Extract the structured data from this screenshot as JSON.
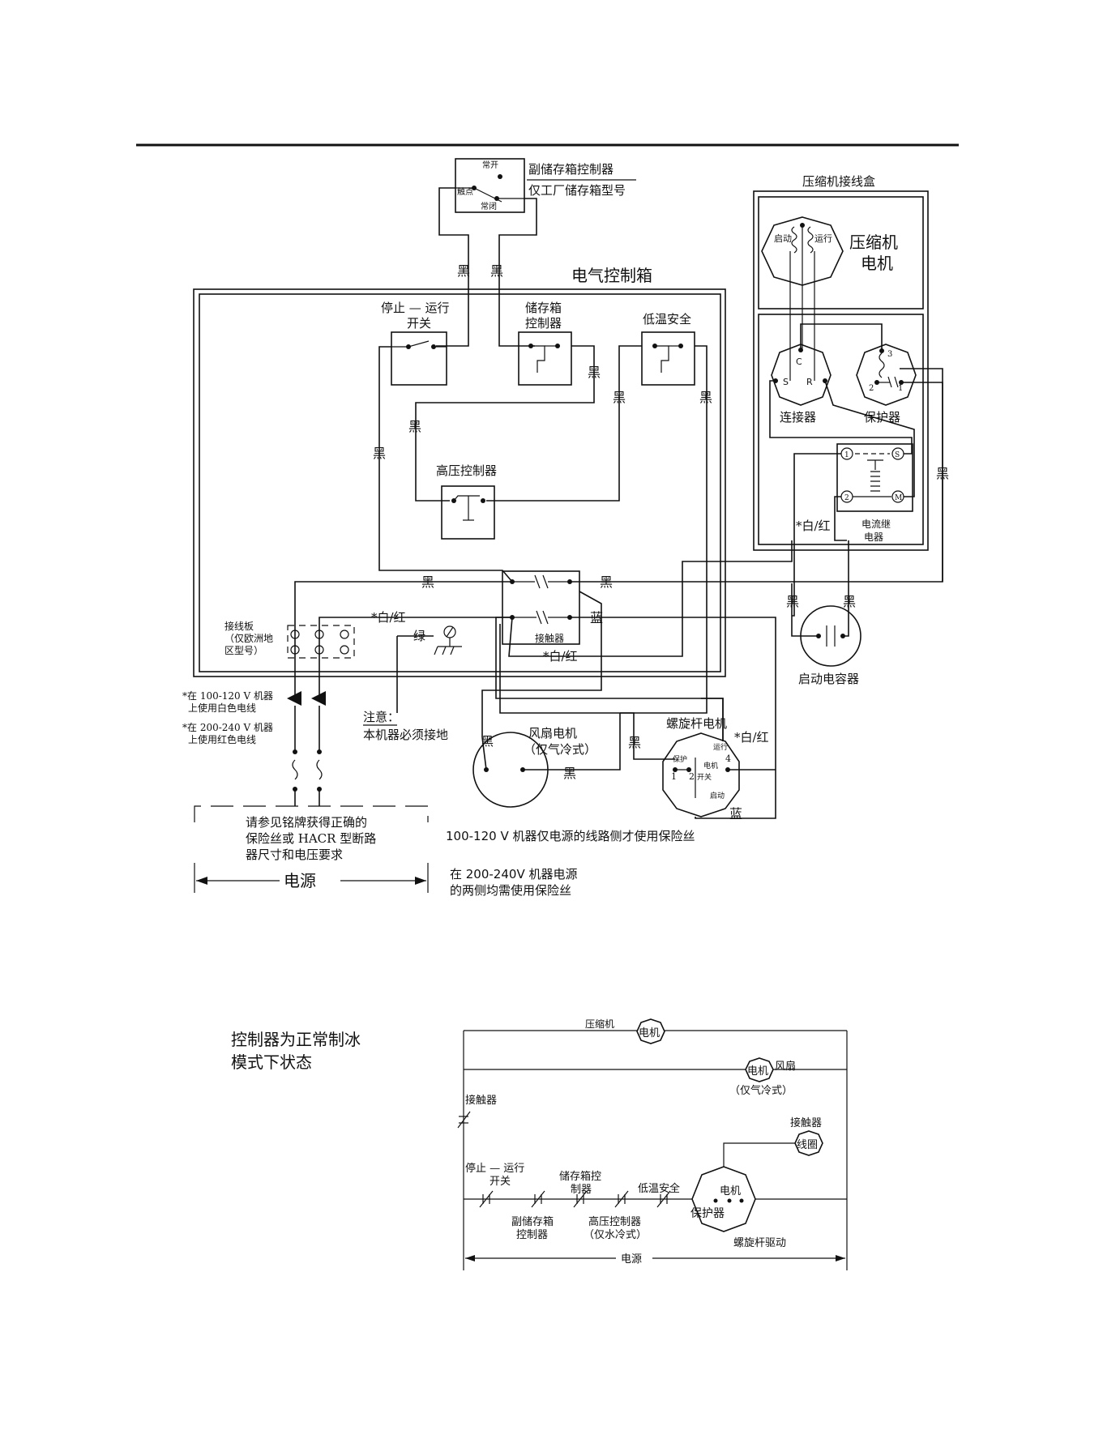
{
  "wiring": {
    "aux_bin": {
      "title": "副储存箱控制器",
      "subtitle": "仅工厂储存箱型号",
      "no": "常开",
      "com": "触点",
      "nc": "常闭"
    },
    "control_box": "电气控制箱",
    "stop_run": [
      "停止 — 运行",
      "开关"
    ],
    "bin_control": [
      "储存箱",
      "控制器"
    ],
    "low_temp": "低温安全",
    "high_pressure": "高压控制器",
    "contactor": "接触器",
    "terminal_board": [
      "接线板",
      "（仅欧洲地",
      "区型号）"
    ],
    "ground_wire": "绿",
    "note": [
      "注意：",
      "本机器必须接地"
    ],
    "fan_motor": [
      "风扇电机",
      "（仅气冷式）"
    ],
    "auger_motor": "螺旋杆电机",
    "auger_inner": {
      "protect": "保护",
      "run": "运行",
      "start": "启动",
      "motor": "电机",
      "switch": "开关",
      "t1": "1",
      "t2": "2",
      "t4": "4"
    },
    "compressor_box": "压缩机接线盒",
    "compressor_motor": [
      "压缩机",
      "电机"
    ],
    "comp_start": "启动",
    "comp_run": "运行",
    "connector": "连接器",
    "connector_pins": {
      "c": "C",
      "s": "S",
      "r": "R"
    },
    "protector": "保护器",
    "protector_pins": {
      "p1": "1",
      "p2": "2",
      "p3": "3"
    },
    "relay": [
      "电流继",
      "电器"
    ],
    "relay_pins": {
      "p1": "1",
      "p2": "2",
      "s": "S",
      "m": "M"
    },
    "start_cap": "启动电容器",
    "wire_black": "黑",
    "wire_blue": "蓝",
    "wire_white_red": "*白/红",
    "note_100": [
      "*在 100-120 V 机器",
      "上使用白色电线"
    ],
    "note_200": [
      "*在 200-240 V 机器",
      "上使用红色电线"
    ],
    "fuse_note": [
      "请参见铭牌获得正确的",
      "保险丝或 HACR 型断路",
      "器尺寸和电压要求"
    ],
    "power": "电源",
    "fuse_100": "100-120 V 机器仅电源的线路侧才使用保险丝",
    "fuse_200": [
      "在 200-240V 机器电源",
      "的两侧均需使用保险丝"
    ]
  },
  "ladder": {
    "title": [
      "控制器为正常制冰",
      "模式下状态"
    ],
    "compressor": "压缩机",
    "motor": "电机",
    "fan": "风扇",
    "fan_note": "（仅气冷式）",
    "contactor": "接触器",
    "coil": "线圈",
    "stop_run": [
      "停止 — 运行",
      "开关"
    ],
    "bin_ctrl": [
      "储存箱控",
      "制器"
    ],
    "low_temp": "低温安全",
    "aux_bin": [
      "副储存箱",
      "控制器"
    ],
    "high_pressure": [
      "高压控制器",
      "（仅水冷式）"
    ],
    "protector": "保护器",
    "auger_drive": "螺旋杆驱动",
    "power": "电源"
  }
}
